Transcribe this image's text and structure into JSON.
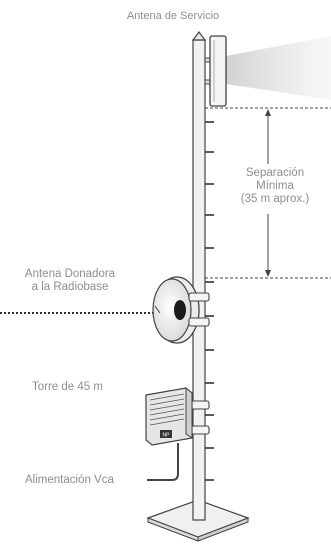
{
  "labels": {
    "service_antenna": "Antena de Servicio",
    "separation_line1": "Separación",
    "separation_line2": "Mínima",
    "separation_line3": "(35 m aprox.)",
    "donor_line1": "Antena Donadora",
    "donor_line2": "a la Radiobase",
    "tower": "Torre de 45 m",
    "power": "Alimentación Vca"
  },
  "equipment_badge": "NP",
  "colors": {
    "line": "#444444",
    "label": "#8e8e8e",
    "beam": "#d6d6d6",
    "mast": "#f2f2f2",
    "box": "#e6e6e6"
  }
}
